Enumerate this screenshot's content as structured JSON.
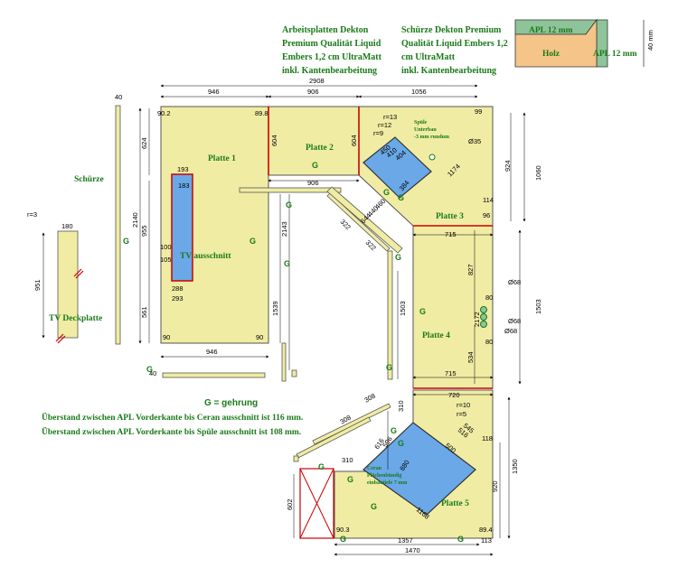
{
  "notes": {
    "worktop": [
      "Arbeitsplatten Dekton",
      "Premium Qualität Liquid",
      "Embers 1,2 cm UltraMatt",
      "inkl. Kantenbearbeitung"
    ],
    "apron": [
      "Schürze Dekton Premium",
      "Qualität Liquid Embers 1,2",
      "cm UltraMatt",
      "inkl. Kantenbearbeitung"
    ]
  },
  "legend_detail": {
    "top": "APL 12 mm",
    "wood": "Holz",
    "side": "APL 12 mm",
    "height": "40 mm"
  },
  "labels": {
    "plate1": "Platte 1",
    "plate2": "Platte 2",
    "plate3": "Platte 3",
    "plate4": "Platte 4",
    "plate5": "Platte 5",
    "schuerze": "Schürze",
    "tv_cutout": "TV ausschnitt",
    "tv_deck": "TV Deckplatte",
    "spuele": [
      "Spüle",
      "Unterbau",
      "-3 mm rundum"
    ],
    "ceran": [
      "Ceran",
      "Flächenbündig",
      "einbautiefe 7 mm"
    ],
    "g": "G",
    "g_legend": "G = gehrung"
  },
  "footnotes": [
    "Überstand zwischen APL Vorderkante bis Ceran ausschnitt ist 116 mm.",
    "Überstand zwischen APL Vorderkante bis Spüle ausschnitt ist 108 mm."
  ],
  "dims": {
    "total_width": "2908",
    "w946": "946",
    "w906": "906",
    "w1056": "1056",
    "h2140": "2140",
    "h955": "955",
    "h624": "624",
    "h561": "561",
    "h604": "604",
    "h604b": "604",
    "h2143": "2143",
    "h1539": "1539",
    "w946b": "946",
    "w906b": "906",
    "w193": "193",
    "w183": "183",
    "w288": "288",
    "w293": "293",
    "d100": "100",
    "d105": "105",
    "s40": "40",
    "s40b": "40",
    "r3": "r=3",
    "w180": "180",
    "h951": "951",
    "r13": "r=13",
    "r12": "r=12",
    "r9": "r=9",
    "s450": "450",
    "s410": "410",
    "s404": "404",
    "s384": "384",
    "d35": "Ø35",
    "s1174": "1174",
    "s460": "460",
    "s440": "440",
    "s644": "644",
    "s322": "322",
    "s322b": "322",
    "h924": "924",
    "h1060": "1060",
    "s114": "114",
    "s96": "96",
    "w715": "715",
    "h827": "827",
    "h1503": "1503",
    "h1503b": "1503",
    "d68a": "Ø68",
    "d68b": "Ø68",
    "d68c": "Ø68",
    "s80a": "80",
    "s80b": "80",
    "s2172": "2172",
    "h534": "534",
    "w715b": "715",
    "w720": "720",
    "s308": "308",
    "s308b": "308",
    "h310": "310",
    "r10": "r=10",
    "r5": "r=5",
    "s545": "545",
    "s516": "516",
    "s500": "500",
    "s616": "616",
    "s596": "596",
    "s880": "880",
    "s1168": "1168",
    "h1350": "1350",
    "h920": "920",
    "s118": "118",
    "s310": "310",
    "h602": "602",
    "w1357": "1357",
    "w1470": "1470",
    "s113": "113",
    "c90": "90",
    "c902": "90.2",
    "c898": "89.8",
    "c903": "90.3",
    "c894": "89.4",
    "c99": "99"
  },
  "colors": {
    "plate": "#f0eca4",
    "cutout": "#6aa8e8",
    "green": "#1a7a1a",
    "red": "#cc0000",
    "wood": "#f5c488",
    "apl": "#8fc49a"
  }
}
